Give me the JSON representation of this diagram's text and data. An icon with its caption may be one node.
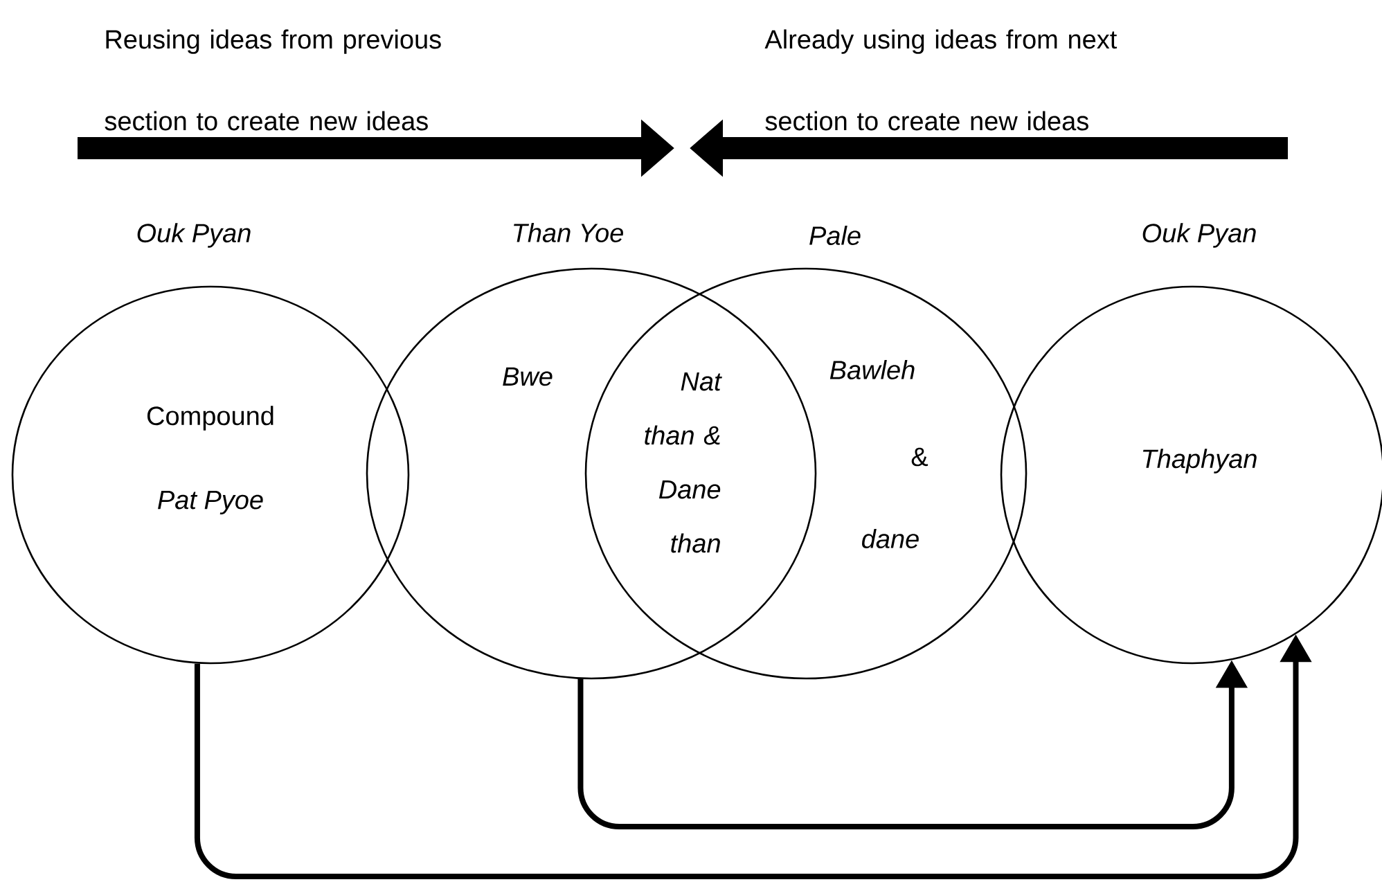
{
  "diagram": {
    "nodes": [
      {
        "text": [
          "Ouk Pyan",
          "Compound",
          "Pat Pyoe"
        ]
      },
      {
        "text": [
          "Than Yoe",
          "Bwe"
        ]
      },
      {
        "text": [
          "Pale",
          "Bawleh",
          "&",
          "dane"
        ]
      },
      {
        "text": [
          "Ouk Pyan",
          "Thaphyan"
        ]
      }
    ],
    "edges": [
      {
        "from": 0,
        "to": 3,
        "arrow": "to"
      },
      {
        "from": 1,
        "to": 3,
        "arrow": "to"
      }
    ],
    "labels": [
      "Reusing ideas from previous section to create new ideas",
      "Already using ideas from next section to create new ideas",
      "Nat than & Dane than"
    ]
  }
}
